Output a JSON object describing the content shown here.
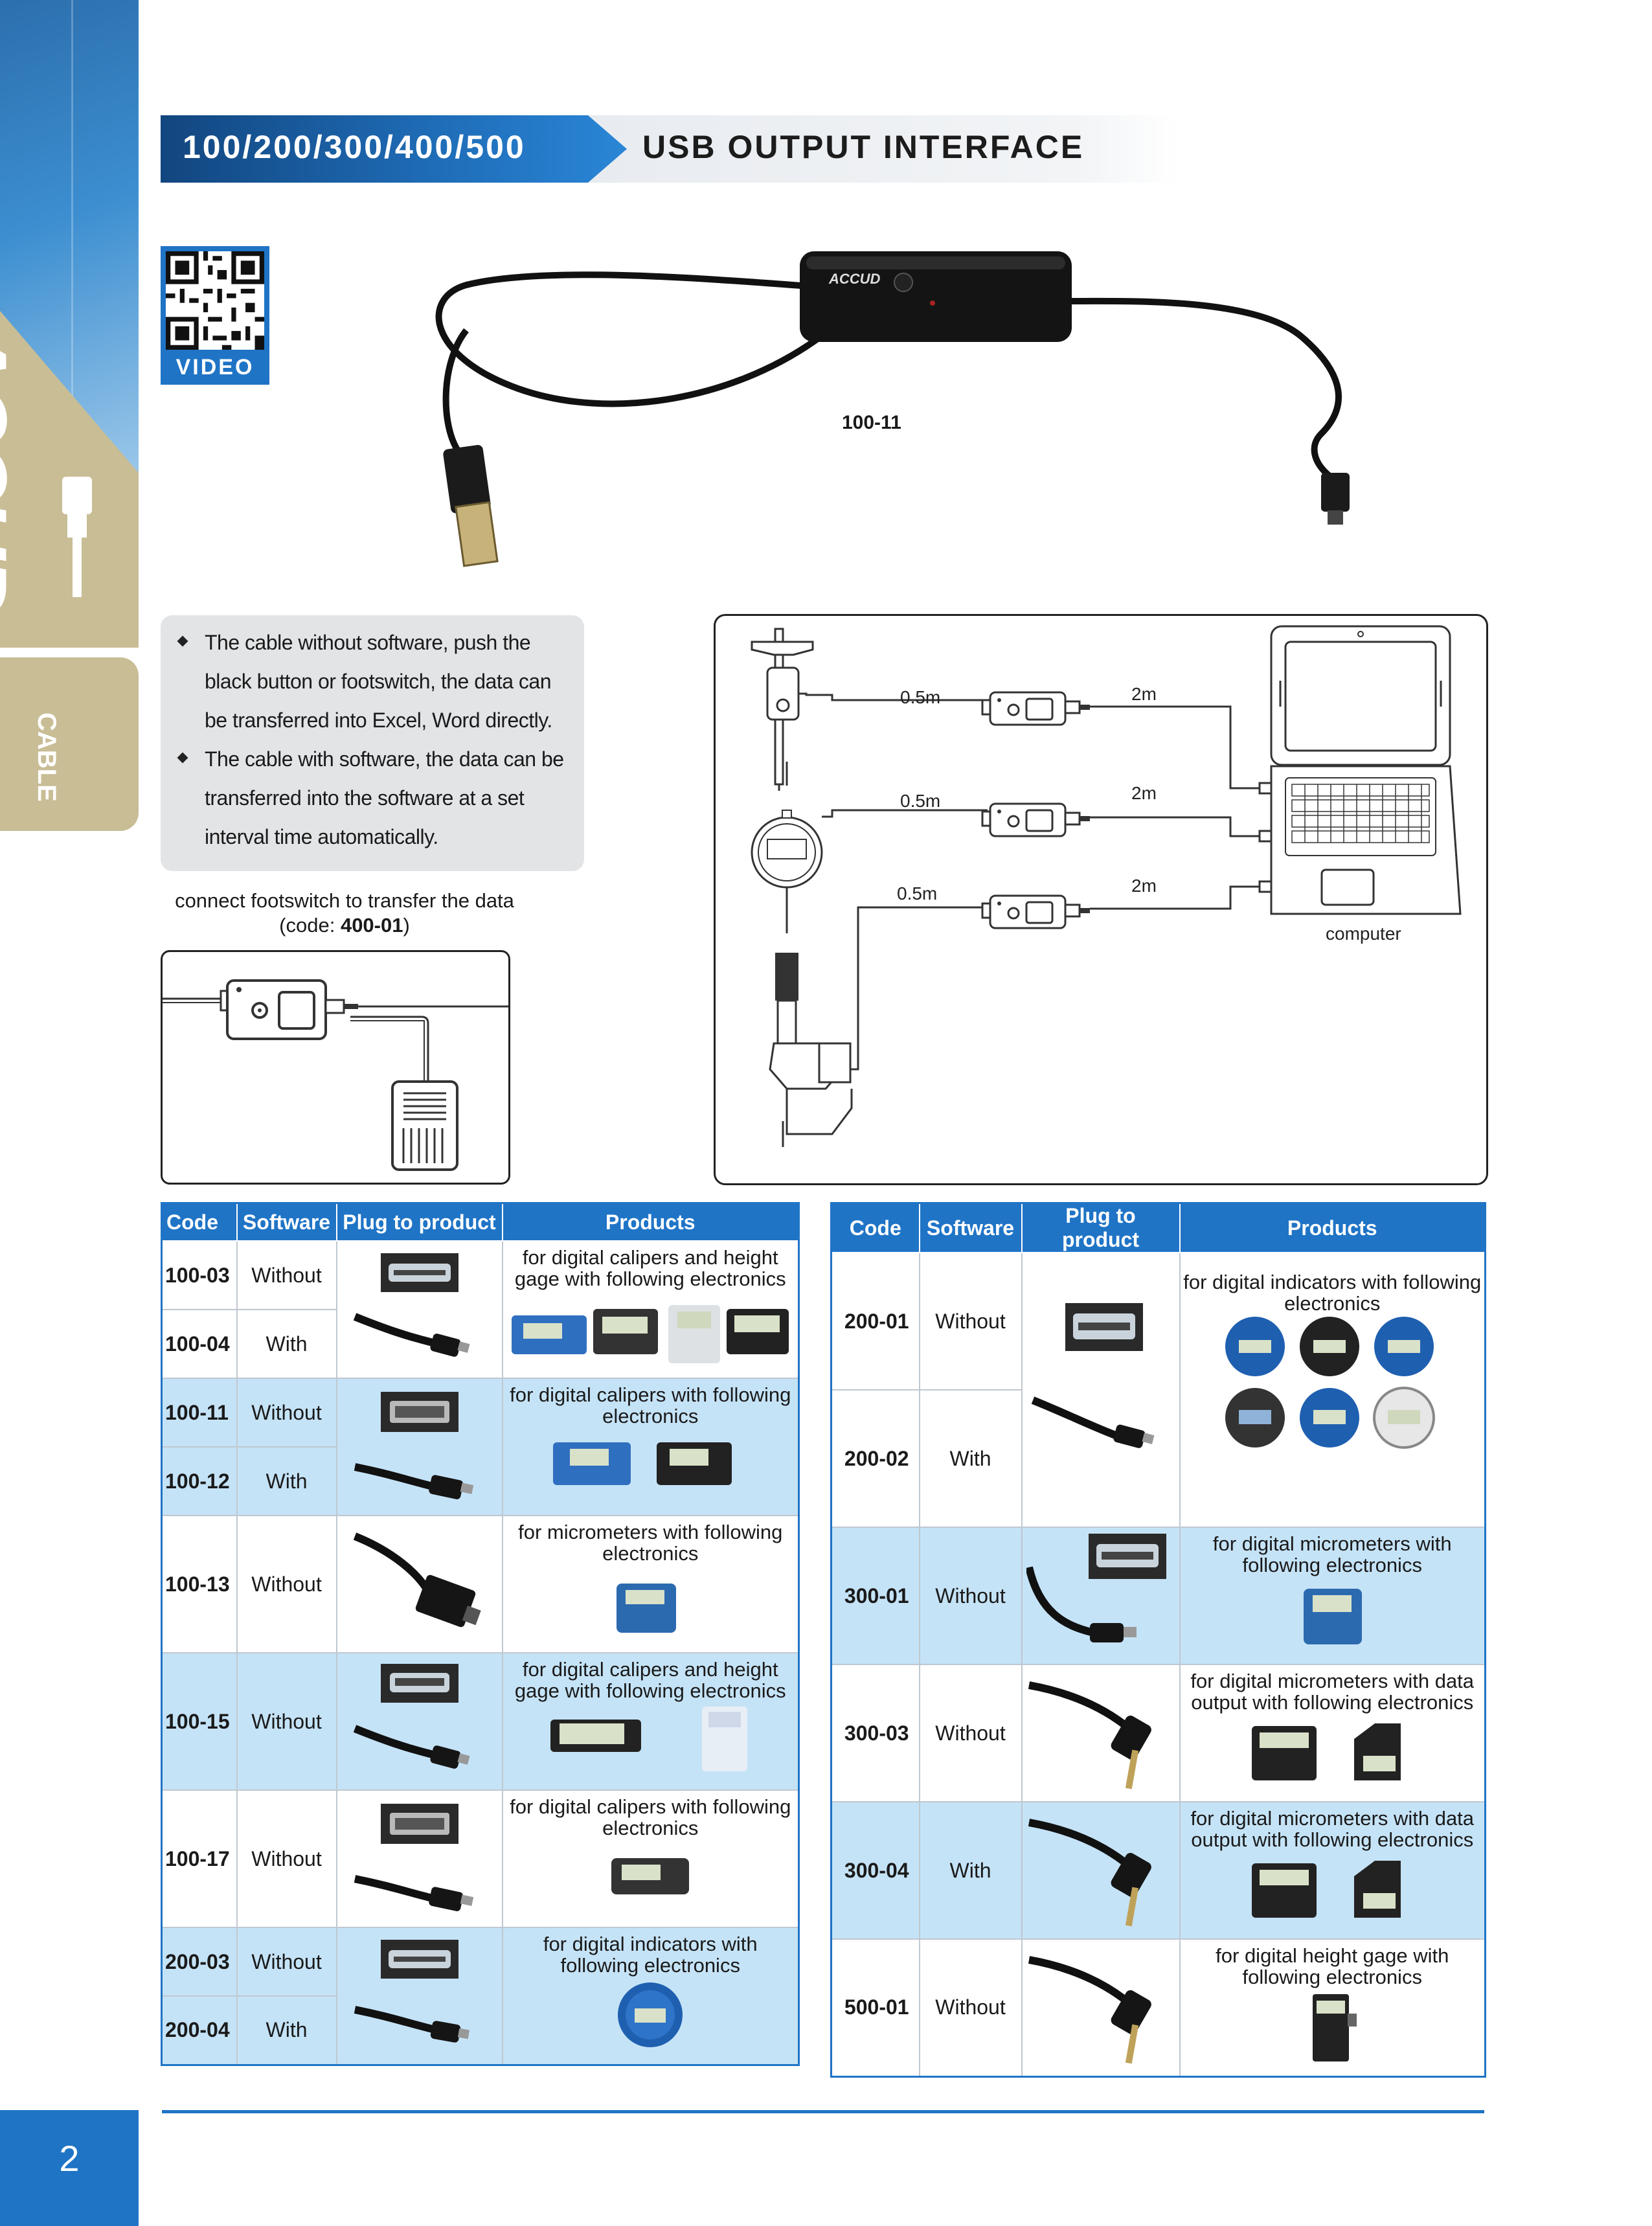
{
  "brand": {
    "logo": "ACCUD"
  },
  "sidebar": {
    "tab_label": "CABLE"
  },
  "page_number": "2",
  "header": {
    "models": "100/200/300/400/500",
    "title": "USB OUTPUT INTERFACE"
  },
  "qr": {
    "label": "VIDEO"
  },
  "cable_image": {
    "code": "100-11",
    "box_logo": "ACCUD"
  },
  "info": {
    "bullet1": "The cable without software, push the black button or footswitch, the data can be transferred into Excel, Word directly.",
    "bullet2": "The cable with software, the data can be transferred into the software at a set interval time automatically."
  },
  "footswitch": {
    "caption_line1": "connect footswitch to transfer the data",
    "caption_prefix": "(code: ",
    "caption_code": "400-01",
    "caption_suffix": ")"
  },
  "system_diagram": {
    "len_short": "0.5m",
    "len_long": "2m",
    "computer_label": "computer"
  },
  "table_headers": {
    "code": "Code",
    "software": "Software",
    "plug": "Plug to product",
    "products": "Products"
  },
  "left_table": {
    "groups": [
      {
        "rows": [
          {
            "code": "100-03",
            "software": "Without"
          },
          {
            "code": "100-04",
            "software": "With"
          }
        ],
        "products": "for digital calipers and height gage with following electronics"
      },
      {
        "rows": [
          {
            "code": "100-11",
            "software": "Without"
          },
          {
            "code": "100-12",
            "software": "With"
          }
        ],
        "products": "for digital calipers with following electronics"
      },
      {
        "rows": [
          {
            "code": "100-13",
            "software": "Without"
          }
        ],
        "products": "for micrometers with following electronics"
      },
      {
        "rows": [
          {
            "code": "100-15",
            "software": "Without"
          }
        ],
        "products": "for digital calipers and height gage with following electronics"
      },
      {
        "rows": [
          {
            "code": "100-17",
            "software": "Without"
          }
        ],
        "products": "for digital calipers with following electronics"
      },
      {
        "rows": [
          {
            "code": "200-03",
            "software": "Without"
          },
          {
            "code": "200-04",
            "software": "With"
          }
        ],
        "products": "for digital indicators with following electronics"
      }
    ]
  },
  "right_table": {
    "groups": [
      {
        "rows": [
          {
            "code": "200-01",
            "software": "Without"
          },
          {
            "code": "200-02",
            "software": "With"
          }
        ],
        "products": "for digital indicators with following electronics"
      },
      {
        "rows": [
          {
            "code": "300-01",
            "software": "Without"
          }
        ],
        "products": "for digital micrometers with following electronics"
      },
      {
        "rows": [
          {
            "code": "300-03",
            "software": "Without"
          }
        ],
        "products": "for digital micrometers with data output with following electronics"
      },
      {
        "rows": [
          {
            "code": "300-04",
            "software": "With"
          }
        ],
        "products": "for digital micrometers with data output with following electronics"
      },
      {
        "rows": [
          {
            "code": "500-01",
            "software": "Without"
          }
        ],
        "products": "for digital height gage with following electronics"
      }
    ]
  },
  "colors": {
    "brand_blue": "#1f74c6",
    "header_navy": "#154f8f",
    "row_shade": "#c5e3f7",
    "tab_tan": "#c9bd96"
  }
}
